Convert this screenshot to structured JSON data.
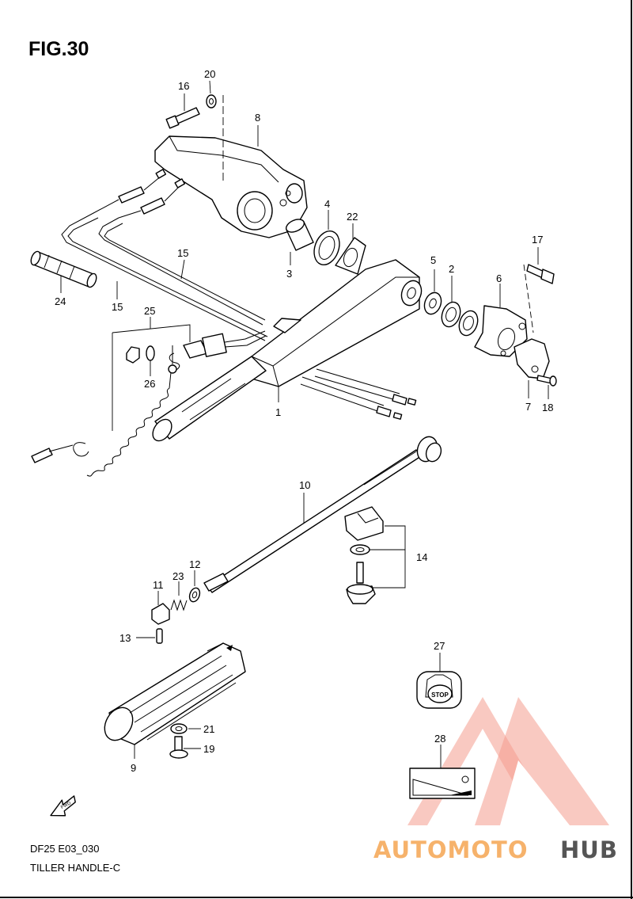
{
  "figure": {
    "title": "FIG.30"
  },
  "footer": {
    "code": "DF25 E03_030",
    "caption": "TILLER HANDLE-C"
  },
  "watermark": {
    "brand_part_1": "AUTOMOTO",
    "brand_part_2": "HUB",
    "color_red": "#f28b7a",
    "color_orange": "#f6b26b",
    "color_gray": "#555555"
  },
  "callouts": {
    "c1": "1",
    "c2": "2",
    "c3": "3",
    "c4": "4",
    "c5": "5",
    "c6": "6",
    "c7": "7",
    "c8": "8",
    "c9": "9",
    "c10": "10",
    "c11": "11",
    "c12": "12",
    "c13": "13",
    "c14": "14",
    "c15a": "15",
    "c15b": "15",
    "c16": "16",
    "c17": "17",
    "c18": "18",
    "c19": "19",
    "c20": "20",
    "c21": "21",
    "c22": "22",
    "c23": "23",
    "c24": "24",
    "c25": "25",
    "c26": "26",
    "c27": "27",
    "c28": "28"
  },
  "labels": {
    "stop_switch": "STOP",
    "fwd_arrow": "FWD"
  }
}
